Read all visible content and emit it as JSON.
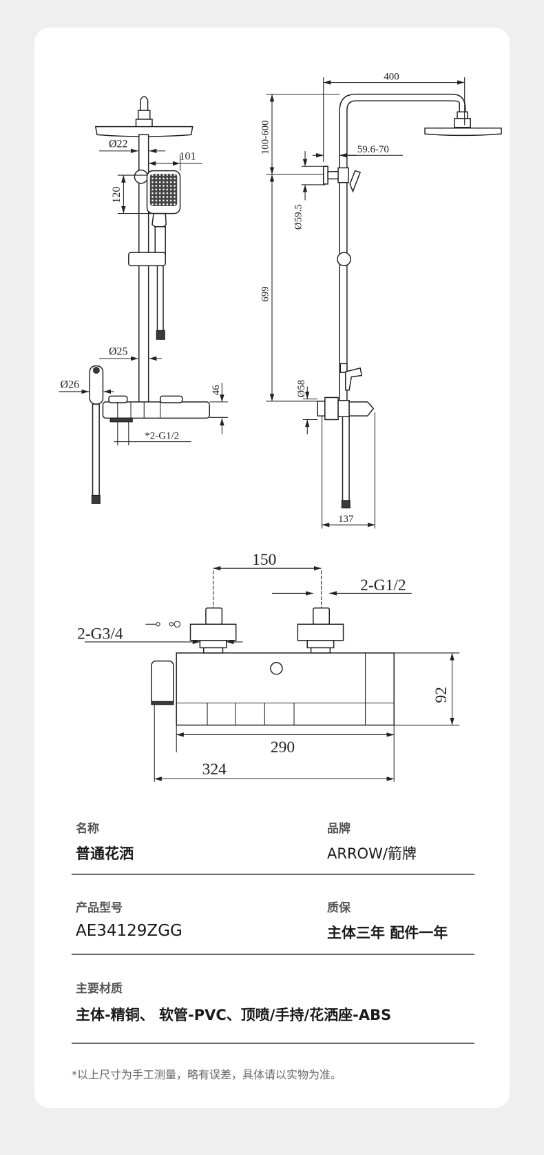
{
  "diagram": {
    "front_view": {
      "d22": "Ø22",
      "d101": "101",
      "d120": "120",
      "d25": "Ø25",
      "d26": "Ø26",
      "d46": "46",
      "inlet": "*2-G1/2"
    },
    "side_view": {
      "d400": "400",
      "d100_600": "100-600",
      "d59_6_70": "59.6-70",
      "d59_5": "Ø59.5",
      "d699": "699",
      "d58": "Ø58",
      "d137": "137"
    },
    "valve_view": {
      "d150": "150",
      "g12": "2-G1/2",
      "g34": "2-G3/4",
      "d92": "92",
      "d290": "290",
      "d324": "324"
    }
  },
  "specs": {
    "name_label": "名称",
    "name_value": "普通花洒",
    "brand_label": "品牌",
    "brand_value": "ARROW/箭牌",
    "model_label": "产品型号",
    "model_value": "AE34129ZGG",
    "warranty_label": "质保",
    "warranty_value": "主体三年 配件一年",
    "material_label": "主要材质",
    "material_value": "主体-精铜、 软管-PVC、顶喷/手持/花洒座-ABS"
  },
  "footnote": "*以上尺寸为手工测量，略有误差，具体请以实物为准。"
}
